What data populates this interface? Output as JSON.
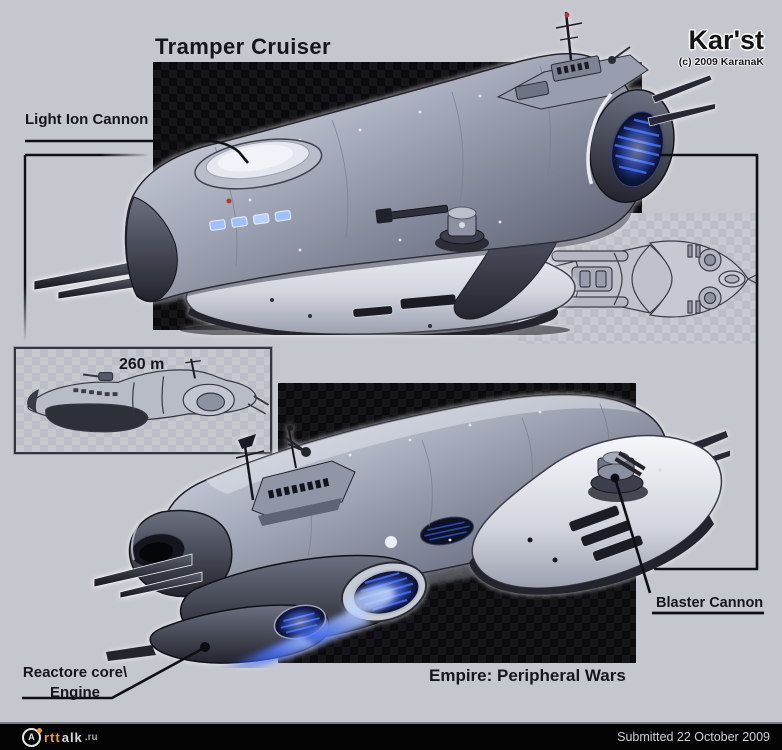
{
  "page": {
    "title": "Tramper Cruiser",
    "empire_caption": "Empire: Peripheral Wars"
  },
  "watermark": {
    "logo_text": "Kar'st",
    "copyright": "(c) 2009 KaranaK"
  },
  "labels": {
    "light_ion_cannon": "Light Ion Cannon",
    "length": "260 m",
    "blaster_cannon": "Blaster Cannon",
    "reactor_line1": "Reactore core\\",
    "reactor_line2": "Engine"
  },
  "footer": {
    "logo": {
      "a": "A",
      "part1": "rtt",
      "part2": "alk",
      "tld": ".ru"
    },
    "submitted": "Submitted 22 October 2009"
  },
  "colors": {
    "background": "#c5c7ce",
    "panel_black": "#0b0b0d",
    "text_dark": "#15161d",
    "accent_orange": "#f59a1a",
    "engine_blue": "#4d79ff",
    "hull_gray": "#9aa0b0"
  }
}
